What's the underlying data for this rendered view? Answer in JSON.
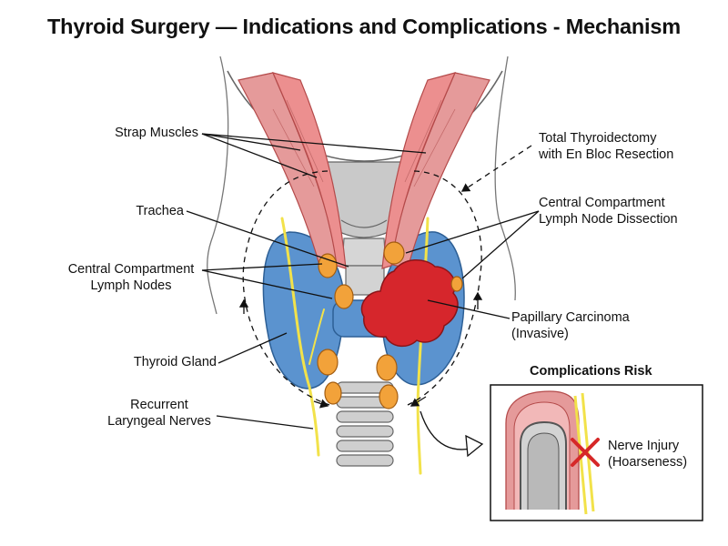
{
  "title": "Thyroid Surgery — Indications and Complications - Mechanism",
  "labels": {
    "strap_muscles": "Strap Muscles",
    "trachea": "Trachea",
    "central_nodes_line1": "Central Compartment",
    "central_nodes_line2": "Lymph Nodes",
    "thyroid_gland": "Thyroid Gland",
    "recurrent_line1": "Recurrent",
    "recurrent_line2": "Laryngeal Nerves",
    "total_thyroidectomy_line1": "Total Thyroidectomy",
    "total_thyroidectomy_line2": "with En Bloc Resection",
    "dissection_line1": "Central Compartment",
    "dissection_line2": "Lymph Node Dissection",
    "carcinoma_line1": "Papillary Carcinoma",
    "carcinoma_line2": "(Invasive)"
  },
  "inset": {
    "title": "Complications Risk",
    "nerve_injury_line1": "Nerve Injury",
    "nerve_injury_line2": "(Hoarseness)"
  },
  "colors": {
    "thyroid": "#5b93cf",
    "muscle": "#e59a9a",
    "carcinoma": "#d6262c",
    "lymph_node": "#f2a23a",
    "nerve": "#f2e24a",
    "trachea": "#c9c9c9",
    "injury_mark": "#d62828"
  }
}
